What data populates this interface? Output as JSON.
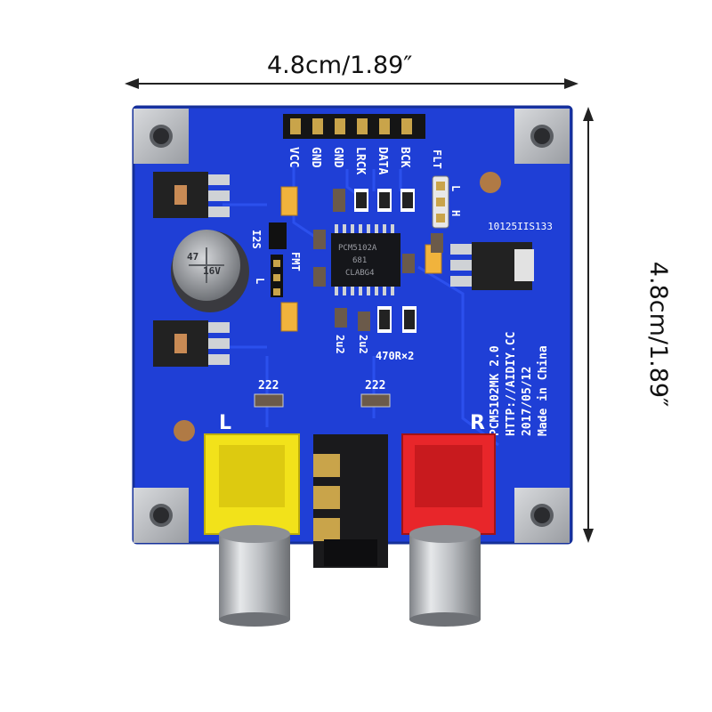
{
  "dimensions": {
    "width_label": "4.8cm/1.89″",
    "height_label": "4.8cm/1.89″"
  },
  "board": {
    "color": "#1f3fd6",
    "model": "PCM5102MK 2.0",
    "url": "HTTP://AIDIY.CC",
    "date": "2017/05/12",
    "origin": "Made in China",
    "serial": "10125IIS133",
    "chip": [
      "PCM5102A",
      "681",
      "CLABG4"
    ],
    "header_pins": [
      "VCC",
      "GND",
      "GND",
      "LRCK",
      "DATA",
      "BCK"
    ],
    "flt_label": "FLT",
    "flt_l": "L",
    "flt_h": "H",
    "i2s_label": "I2S",
    "fmt_label": "FMT",
    "fmt_l": "L",
    "cap_2u2_a": "2u2",
    "cap_2u2_b": "2u2",
    "resistor_label": "470R×2",
    "cap_222_left": "222",
    "cap_222_right": "222",
    "channel_left": "L",
    "channel_right": "R",
    "capacitor_text": [
      "47",
      "16V"
    ]
  }
}
